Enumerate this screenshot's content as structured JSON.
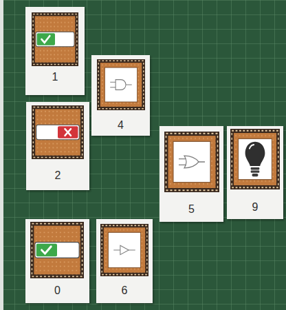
{
  "diagram": {
    "nodes": [
      {
        "text": [
          "1"
        ]
      },
      {
        "text": [
          "4"
        ]
      },
      {
        "text": [
          "2"
        ]
      },
      {
        "text": [
          "5"
        ]
      },
      {
        "text": [
          "9"
        ]
      },
      {
        "text": [
          "0"
        ]
      },
      {
        "text": [
          "6"
        ]
      }
    ]
  }
}
